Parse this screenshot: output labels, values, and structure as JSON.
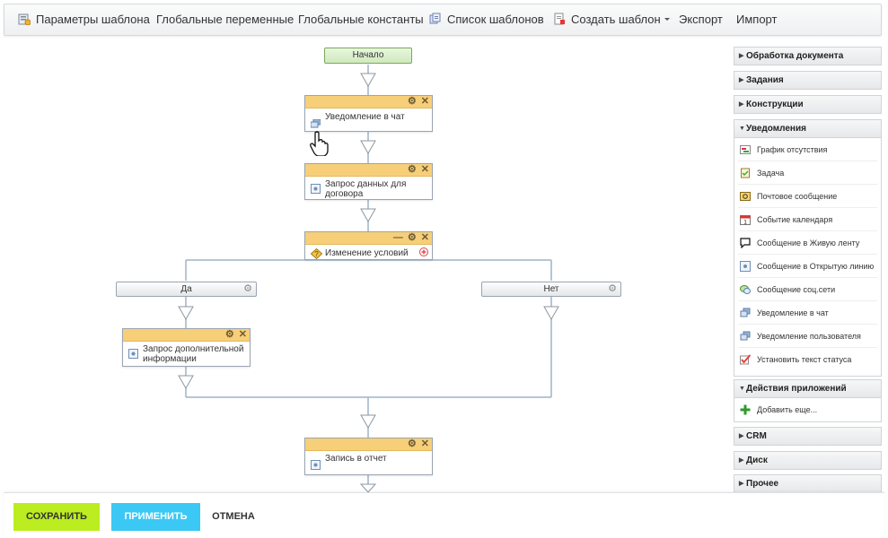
{
  "toolbar": {
    "items": [
      {
        "label": "Параметры шаблона",
        "icon": "template-params-icon"
      },
      {
        "label": "Глобальные переменные"
      },
      {
        "label": "Глобальные константы"
      },
      {
        "label": "Список шаблонов",
        "icon": "template-list-icon"
      },
      {
        "label": "Создать шаблон",
        "icon": "create-template-icon"
      },
      {
        "label": "Экспорт"
      },
      {
        "label": "Импорт"
      }
    ]
  },
  "flow": {
    "start_label": "Начало",
    "nodes": [
      {
        "label_lines": [
          "Уведомление в чат"
        ],
        "icon": "chat-notification-icon"
      },
      {
        "label_lines": [
          "Запрос данных для",
          "договора"
        ],
        "icon": "request-icon"
      },
      {
        "label_lines": [
          "Изменение условий"
        ],
        "icon": "condition-icon"
      },
      {
        "label_lines": [
          "Запрос дополнительной",
          "информации"
        ],
        "icon": "request-icon"
      },
      {
        "label_lines": [
          "Запись в отчет"
        ],
        "icon": "report-icon"
      }
    ],
    "branches": {
      "yes": "Да",
      "no": "Нет"
    }
  },
  "panel": {
    "sections": {
      "doc": "Обработка документа",
      "tasks": "Задания",
      "constructs": "Конструкции",
      "notifications": "Уведомления",
      "app_actions": "Действия приложений",
      "crm": "CRM",
      "disk": "Диск",
      "other": "Прочее"
    },
    "notification_items": [
      {
        "label": "График отсутствия",
        "icon": "absence-chart-icon"
      },
      {
        "label": "Задача",
        "icon": "task-icon"
      },
      {
        "label": "Почтовое сообщение",
        "icon": "mail-icon"
      },
      {
        "label": "Событие календаря",
        "icon": "calendar-icon"
      },
      {
        "label": "Сообщение в Живую ленту",
        "icon": "live-feed-icon"
      },
      {
        "label": "Сообщение в Открытую линию",
        "icon": "open-line-icon"
      },
      {
        "label": "Сообщение соц.сети",
        "icon": "social-message-icon"
      },
      {
        "label": "Уведомление в чат",
        "icon": "chat-notification-icon"
      },
      {
        "label": "Уведомление пользователя",
        "icon": "user-notification-icon"
      },
      {
        "label": "Установить текст статуса",
        "icon": "status-text-icon"
      }
    ],
    "add_more": "Добавить еще..."
  },
  "footer": {
    "save": "СОХРАНИТЬ",
    "apply": "ПРИМЕНИТЬ",
    "cancel": "ОТМЕНА"
  }
}
